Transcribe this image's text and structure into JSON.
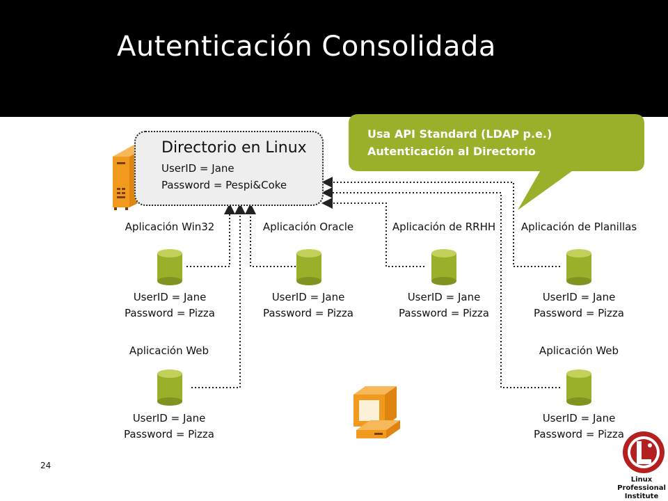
{
  "slide": {
    "title": "Autenticación Consolidada",
    "page_number": "24"
  },
  "directory": {
    "title": "Directorio en Linux",
    "user_line": "UserID = Jane",
    "password_line": "Password = Pespi&Coke"
  },
  "callout": {
    "line1": "Usa API Standard (LDAP p.e.)",
    "line2": "Autenticación  al Directorio"
  },
  "apps": [
    {
      "label": "Aplicación Win32",
      "user": "UserID = Jane",
      "password": "Password = Pizza"
    },
    {
      "label": "Aplicación Oracle",
      "user": "UserID = Jane",
      "password": "Password = Pizza"
    },
    {
      "label": "Aplicación de RRHH",
      "user": "UserID = Jane",
      "password": "Password = Pizza"
    },
    {
      "label": "Aplicación de Planillas",
      "user": "UserID = Jane",
      "password": "Password = Pizza"
    },
    {
      "label": "Aplicación Web",
      "user": "UserID = Jane",
      "password": "Password = Pizza"
    },
    {
      "label": "Aplicación Web",
      "user": "UserID = Jane",
      "password": "Password = Pizza"
    }
  ],
  "logo": {
    "line1": "Linux",
    "line2": "Professional",
    "line3": "Institute"
  },
  "colors": {
    "header": "#000000",
    "callout": "#9ab02a",
    "cylinder": "#9ab02a",
    "server": "#f29a1e",
    "logo": "#b3201f"
  }
}
